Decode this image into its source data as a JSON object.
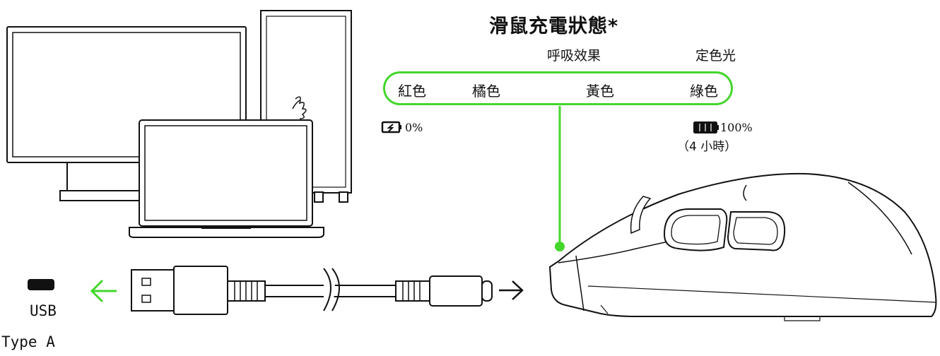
{
  "title": "滑鼠充電狀態*",
  "modes": {
    "breathing": "呼吸效果",
    "static": "定色光"
  },
  "states": [
    "紅色",
    "橘色",
    "黃色",
    "綠色"
  ],
  "battery": {
    "empty_label": "0%",
    "full_label": "100%",
    "full_time": "（4 小時）"
  },
  "usb": {
    "line1": "USB",
    "line2": "Type A"
  },
  "colors": {
    "accent": "#44d62c",
    "line": "#111111"
  },
  "icons": [
    "monitor-icon",
    "pc-tower-icon",
    "razer-logo-icon",
    "laptop-icon",
    "battery-charging-icon",
    "battery-full-icon",
    "usb-port-icon",
    "arrow-left-icon",
    "arrow-right-icon",
    "usb-cable-icon",
    "mouse-icon"
  ]
}
